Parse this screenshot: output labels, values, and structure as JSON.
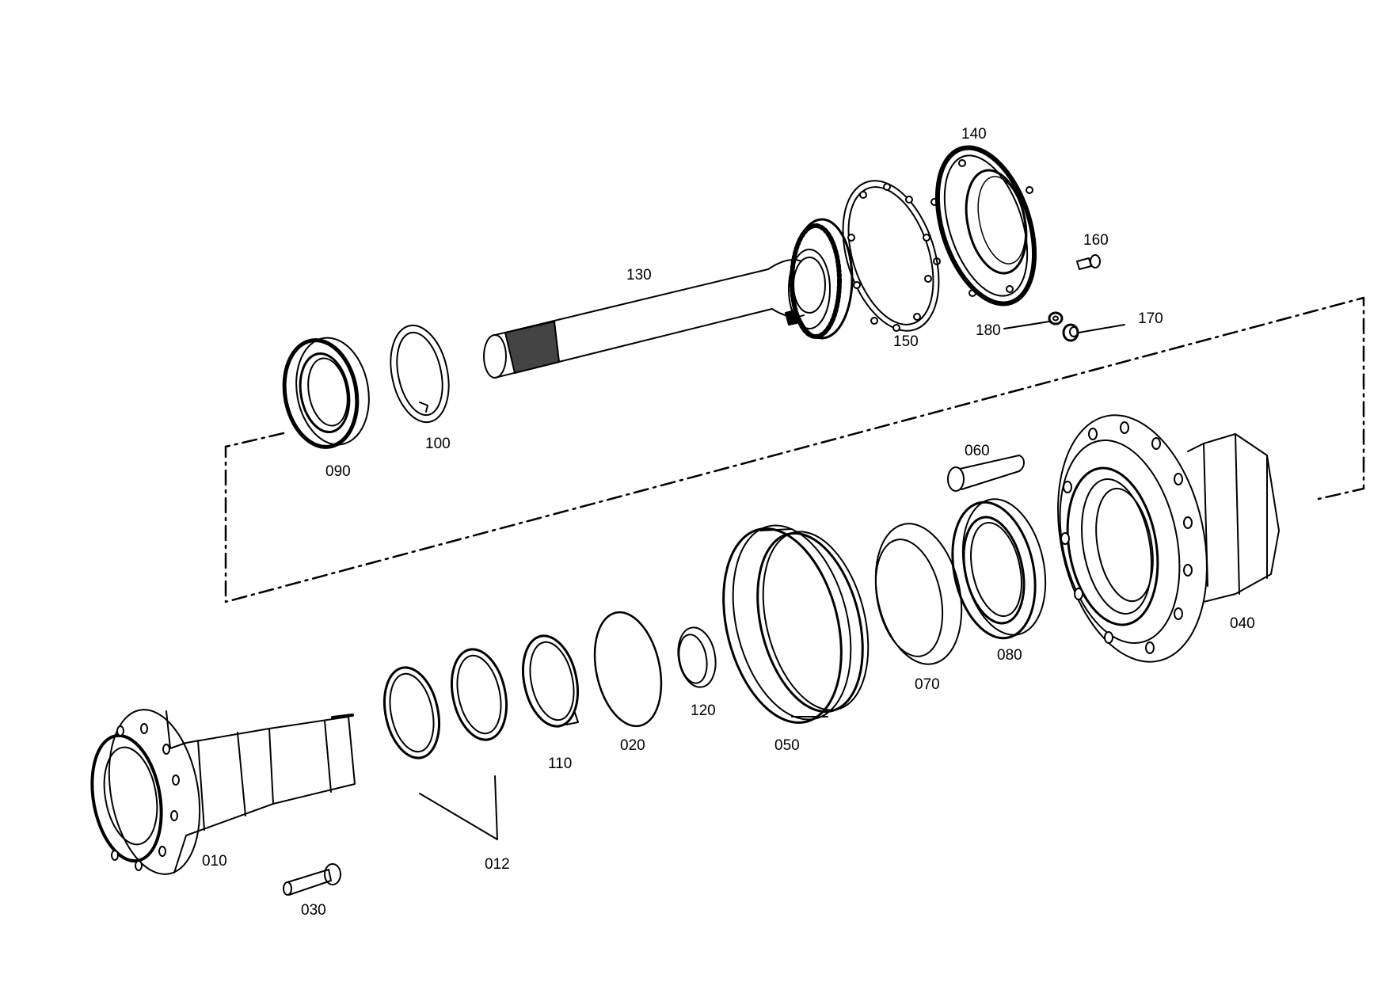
{
  "labels": {
    "p010": "010",
    "p012": "012",
    "p020": "020",
    "p030": "030",
    "p040": "040",
    "p050": "050",
    "p060": "060",
    "p070": "070",
    "p080": "080",
    "p090": "090",
    "p100": "100",
    "p110": "110",
    "p120": "120",
    "p130": "130",
    "p140": "140",
    "p150": "150",
    "p160": "160",
    "p170": "170",
    "p180": "180"
  }
}
